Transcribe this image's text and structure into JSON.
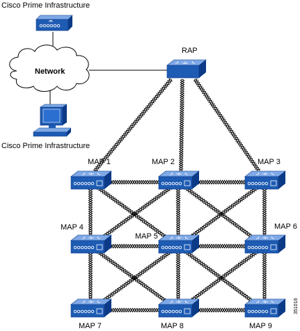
{
  "labels": {
    "prime_top": "Cisco Prime Infrastructure",
    "network": "Network",
    "prime_bottom": "Cisco Prime Infrastructure",
    "rap": "RAP",
    "map1": "MAP 1",
    "map2": "MAP 2",
    "map3": "MAP 3",
    "map4": "MAP 4",
    "map5": "MAP 5",
    "map6": "MAP 6",
    "map7": "MAP 7",
    "map8": "MAP 8",
    "map9": "MAP 9",
    "figure_id": "351016"
  },
  "colors": {
    "device_blue": "#1e5bb3",
    "device_dark": "#0c3a86",
    "device_light": "#7fa9e6",
    "cloud_fill": "#ffffff",
    "line": "#000000"
  },
  "icons": {
    "prime_server": "network-management-appliance-icon",
    "network_cloud": "cloud-icon",
    "workstation": "workstation-icon",
    "access_point": "mesh-access-point-icon",
    "wireless_link": "wireless-link-icon"
  }
}
